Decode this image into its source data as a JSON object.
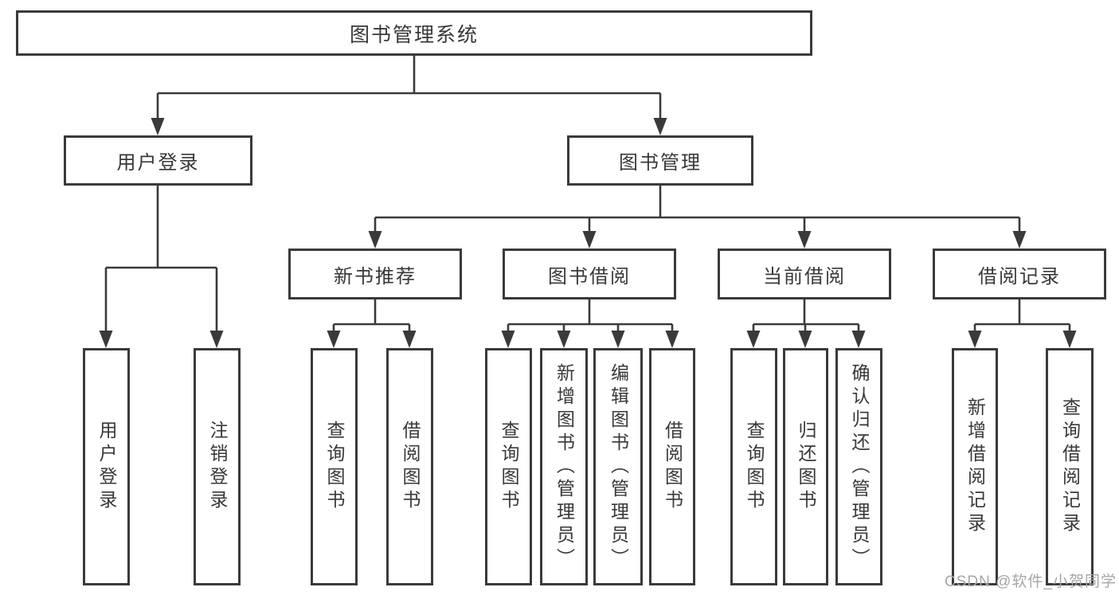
{
  "tree": {
    "label": "图书管理系统",
    "children": [
      {
        "label": "用户登录",
        "children": [
          {
            "label": "用户登录"
          },
          {
            "label": "注销登录"
          }
        ]
      },
      {
        "label": "图书管理",
        "children": [
          {
            "label": "新书推荐",
            "children": [
              {
                "label": "查询图书"
              },
              {
                "label": "借阅图书"
              }
            ]
          },
          {
            "label": "图书借阅",
            "children": [
              {
                "label": "查询图书"
              },
              {
                "label": "新增图书（管理员）"
              },
              {
                "label": "编辑图书（管理员）"
              },
              {
                "label": "借阅图书"
              }
            ]
          },
          {
            "label": "当前借阅",
            "children": [
              {
                "label": "查询图书"
              },
              {
                "label": "归还图书"
              },
              {
                "label": "确认归还（管理员）"
              }
            ]
          },
          {
            "label": "借阅记录",
            "children": [
              {
                "label": "新增借阅记录"
              },
              {
                "label": "查询借阅记录"
              }
            ]
          }
        ]
      }
    ]
  },
  "watermark": "CSDN @软件_小贺同学",
  "colors": {
    "line": "#3a3a3a",
    "text": "#383838",
    "background": "#ffffff",
    "watermark": "#a6a6a6"
  }
}
